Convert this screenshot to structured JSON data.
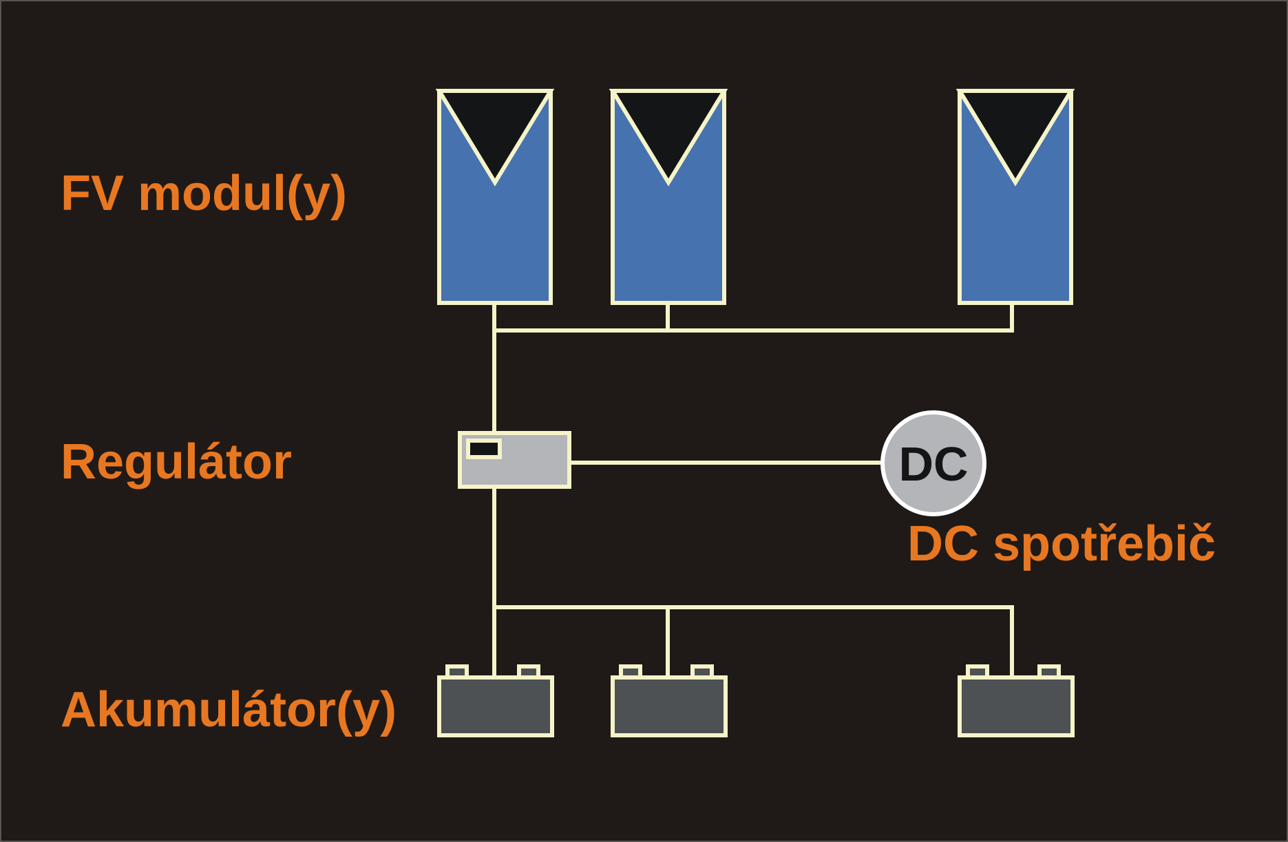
{
  "diagram": {
    "labels": {
      "pv_modules": "FV modul(y)",
      "controller": "Regulátor",
      "dc_load": "DC spotřebič",
      "batteries": "Akumulátor(y)"
    },
    "dc_load_symbol": "DC",
    "pv_module_count": 3,
    "battery_count": 3,
    "colors": {
      "background": "#1f1a17",
      "label_text": "#e87722",
      "outline": "#f5f3c8",
      "pv_module_fill": "#4772b0",
      "pv_module_triangle": "#141517",
      "controller_fill": "#b3b5b8",
      "dc_load_fill": "#b3b5b8",
      "battery_fill": "#4d5154",
      "wire": "#f5f3c8"
    },
    "icons": {
      "pv_module": "solar-panel-icon",
      "controller": "charge-controller-icon",
      "dc_load": "dc-load-icon",
      "battery": "battery-icon"
    }
  }
}
